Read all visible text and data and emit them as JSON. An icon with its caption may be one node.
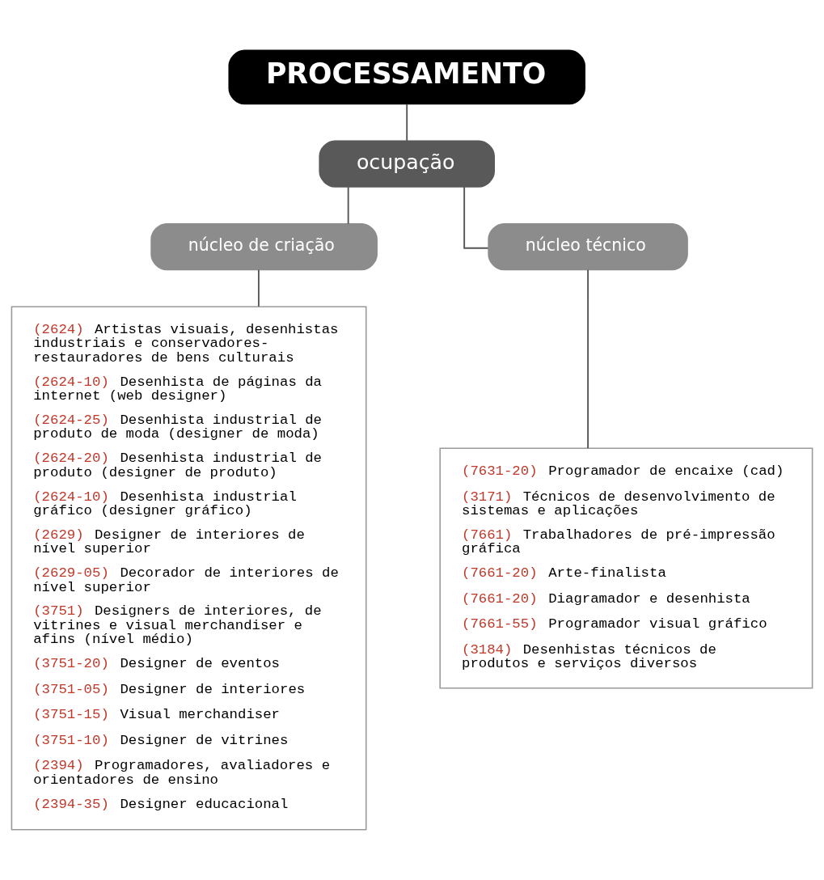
{
  "diagram": {
    "nodes": [
      {
        "text": [
          "PROCESSAMENTO"
        ]
      },
      {
        "text": [
          "ocupação"
        ]
      },
      {
        "text": [
          "núcleo de criação"
        ]
      },
      {
        "text": [
          "núcleo técnico"
        ]
      },
      {
        "text": [
          "(2624) Artistas visuais, desenhistas industriais e conservadores-restauradores de bens culturais",
          "(2624-10) Desenhista de páginas da internet (web designer)",
          "(2624-25) Desenhista industrial de produto de moda (designer de moda)",
          "(2624-20) Desenhista industrial de produto (designer de produto)",
          "(2624-10) Desenhista industrial gráfico (designer gráfico)",
          "(2629) Designer de interiores de nível superior",
          "(2629-05) Decorador de interiores de nível superior",
          "(3751) Designers de interiores, de vitrines e visual merchandiser e afins (nível médio)",
          "(3751-20) Designer de eventos",
          "(3751-05) Designer de interiores",
          "(3751-15) Visual merchandiser",
          "(3751-10) Designer de vitrines",
          "(2394) Programadores, avaliadores e orientadores de ensino",
          "(2394-35) Designer educacional"
        ]
      },
      {
        "text": [
          "(7631-20) Programador de encaixe (cad)",
          "(3171) Técnicos de desenvolvimento de sistemas e aplicações",
          "(7661) Trabalhadores de pré-impressão gráfica",
          "(7661-20) Arte-finalista",
          "(7661-20) Diagramador e desenhista",
          "(7661-55) Programador visual gráfico",
          "(3184) Desenhistas técnicos de produtos e serviços diversos"
        ]
      }
    ],
    "edges": [
      {
        "from": 0,
        "to": 1,
        "arrow": "none"
      },
      {
        "from": 1,
        "to": 2,
        "arrow": "none"
      },
      {
        "from": 1,
        "to": 3,
        "arrow": "none"
      },
      {
        "from": 2,
        "to": 4,
        "arrow": "none"
      },
      {
        "from": 3,
        "to": 5,
        "arrow": "none"
      }
    ]
  }
}
